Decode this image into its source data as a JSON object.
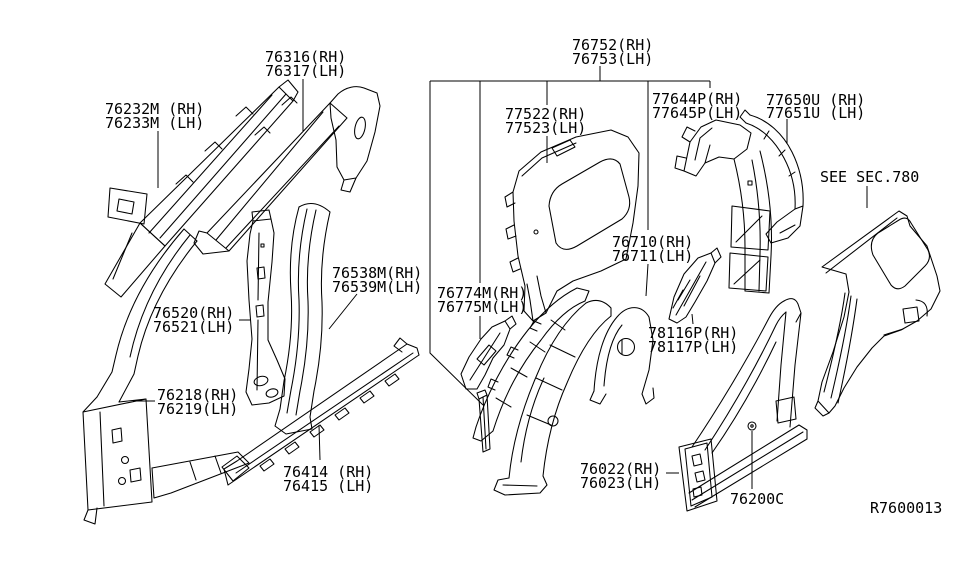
{
  "diagram": {
    "type": "automotive-body-side-panel-parts-diagram",
    "figure_code": "R7600013",
    "colors": {
      "ink": "#000000",
      "paper": "#ffffff"
    },
    "callouts": {
      "c76232": {
        "line1": "76232M (RH)",
        "line2": "76233M (LH)"
      },
      "c76316": {
        "line1": "76316(RH)",
        "line2": "76317(LH)"
      },
      "c76752": {
        "line1": "76752(RH)",
        "line2": "76753(LH)"
      },
      "c77522": {
        "line1": "77522(RH)",
        "line2": "77523(LH)"
      },
      "c77644": {
        "line1": "77644P(RH)",
        "line2": "77645P(LH)"
      },
      "c77650": {
        "line1": "77650U (RH)",
        "line2": "77651U (LH)"
      },
      "c76538": {
        "line1": "76538M(RH)",
        "line2": "76539M(LH)"
      },
      "c76520": {
        "line1": "76520(RH)",
        "line2": "76521(LH)"
      },
      "c76774": {
        "line1": "76774M(RH)",
        "line2": "76775M(LH)"
      },
      "c76710": {
        "line1": "76710(RH)",
        "line2": "76711(LH)"
      },
      "c78116": {
        "line1": "78116P(RH)",
        "line2": "78117P(LH)"
      },
      "c76218": {
        "line1": "76218(RH)",
        "line2": "76219(LH)"
      },
      "c76414": {
        "line1": "76414 (RH)",
        "line2": "76415 (LH)"
      },
      "c76022": {
        "line1": "76022(RH)",
        "line2": "76023(LH)"
      },
      "c76200": {
        "line1": "76200C"
      },
      "see_sec": {
        "line1": "SEE SEC.780"
      }
    }
  }
}
